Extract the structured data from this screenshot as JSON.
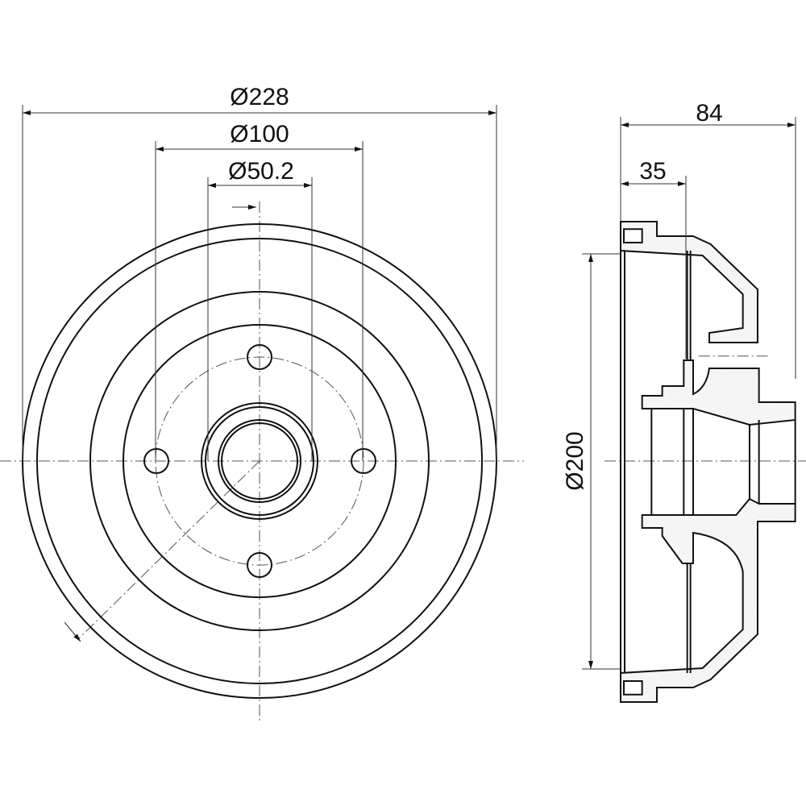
{
  "drawing": {
    "front_view": {
      "outer_diameter_label": "Ø228",
      "bolt_circle_label": "Ø100",
      "center_bore_label": "Ø50.2",
      "bolt_holes": 4
    },
    "side_view": {
      "total_height_label": "84",
      "flange_offset_label": "35",
      "braking_diameter_label": "Ø200"
    },
    "colors": {
      "line": "#111111",
      "hatch": "#888888"
    }
  }
}
